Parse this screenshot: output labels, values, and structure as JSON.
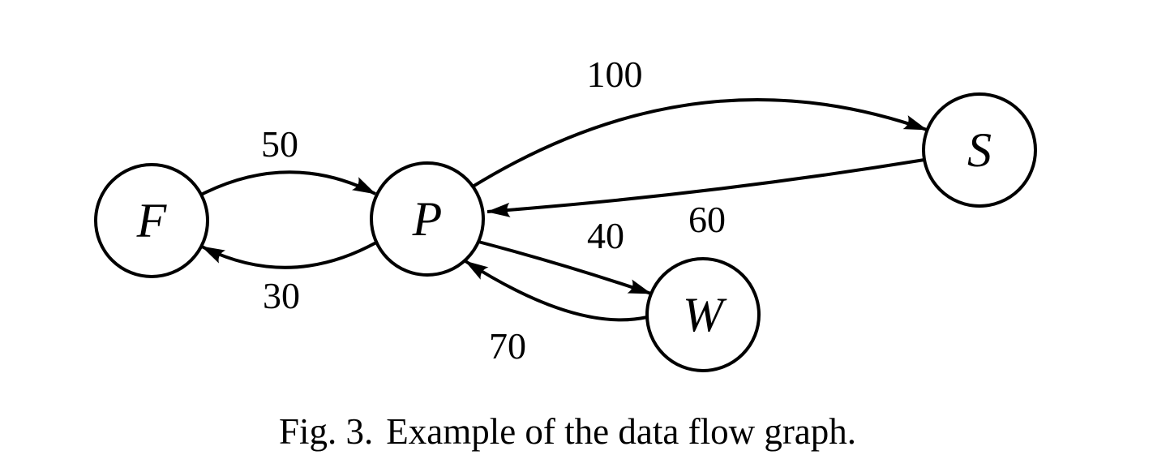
{
  "figure": {
    "caption": {
      "number": "Fig. 3.",
      "text": "Example of the data flow graph."
    }
  },
  "graph": {
    "nodes": [
      {
        "id": "F",
        "label": "F"
      },
      {
        "id": "P",
        "label": "P"
      },
      {
        "id": "S",
        "label": "S"
      },
      {
        "id": "W",
        "label": "W"
      }
    ],
    "edges": [
      {
        "from": "F",
        "to": "P",
        "weight": "50"
      },
      {
        "from": "P",
        "to": "F",
        "weight": "30"
      },
      {
        "from": "P",
        "to": "S",
        "weight": "100"
      },
      {
        "from": "S",
        "to": "P",
        "weight": "60"
      },
      {
        "from": "P",
        "to": "W",
        "weight": "40"
      },
      {
        "from": "W",
        "to": "P",
        "weight": "70"
      }
    ]
  },
  "colors": {
    "stroke": "#000000",
    "background": "#ffffff"
  }
}
